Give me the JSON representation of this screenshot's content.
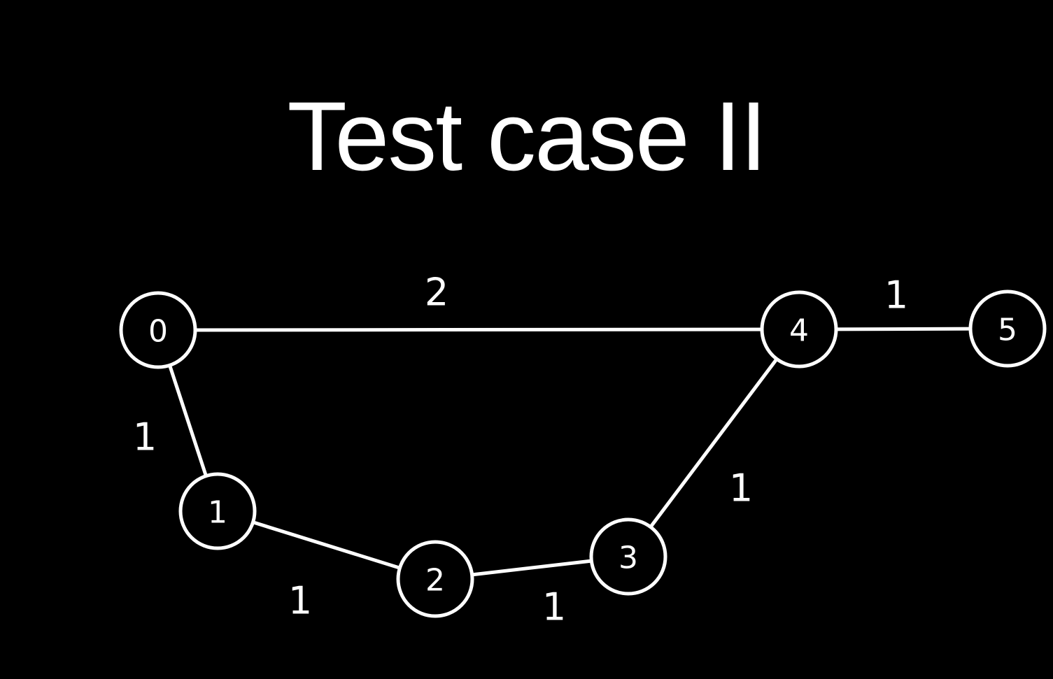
{
  "title": "Test case II",
  "colors": {
    "background": "#000000",
    "foreground": "#ffffff"
  },
  "graph": {
    "nodes": [
      {
        "id": "0",
        "label": "0"
      },
      {
        "id": "1",
        "label": "1"
      },
      {
        "id": "2",
        "label": "2"
      },
      {
        "id": "3",
        "label": "3"
      },
      {
        "id": "4",
        "label": "4"
      },
      {
        "id": "5",
        "label": "5"
      }
    ],
    "edges": [
      {
        "source": "0",
        "target": "4",
        "weight": "2"
      },
      {
        "source": "4",
        "target": "5",
        "weight": "1"
      },
      {
        "source": "0",
        "target": "1",
        "weight": "1"
      },
      {
        "source": "1",
        "target": "2",
        "weight": "1"
      },
      {
        "source": "2",
        "target": "3",
        "weight": "1"
      },
      {
        "source": "3",
        "target": "4",
        "weight": "1"
      }
    ]
  }
}
